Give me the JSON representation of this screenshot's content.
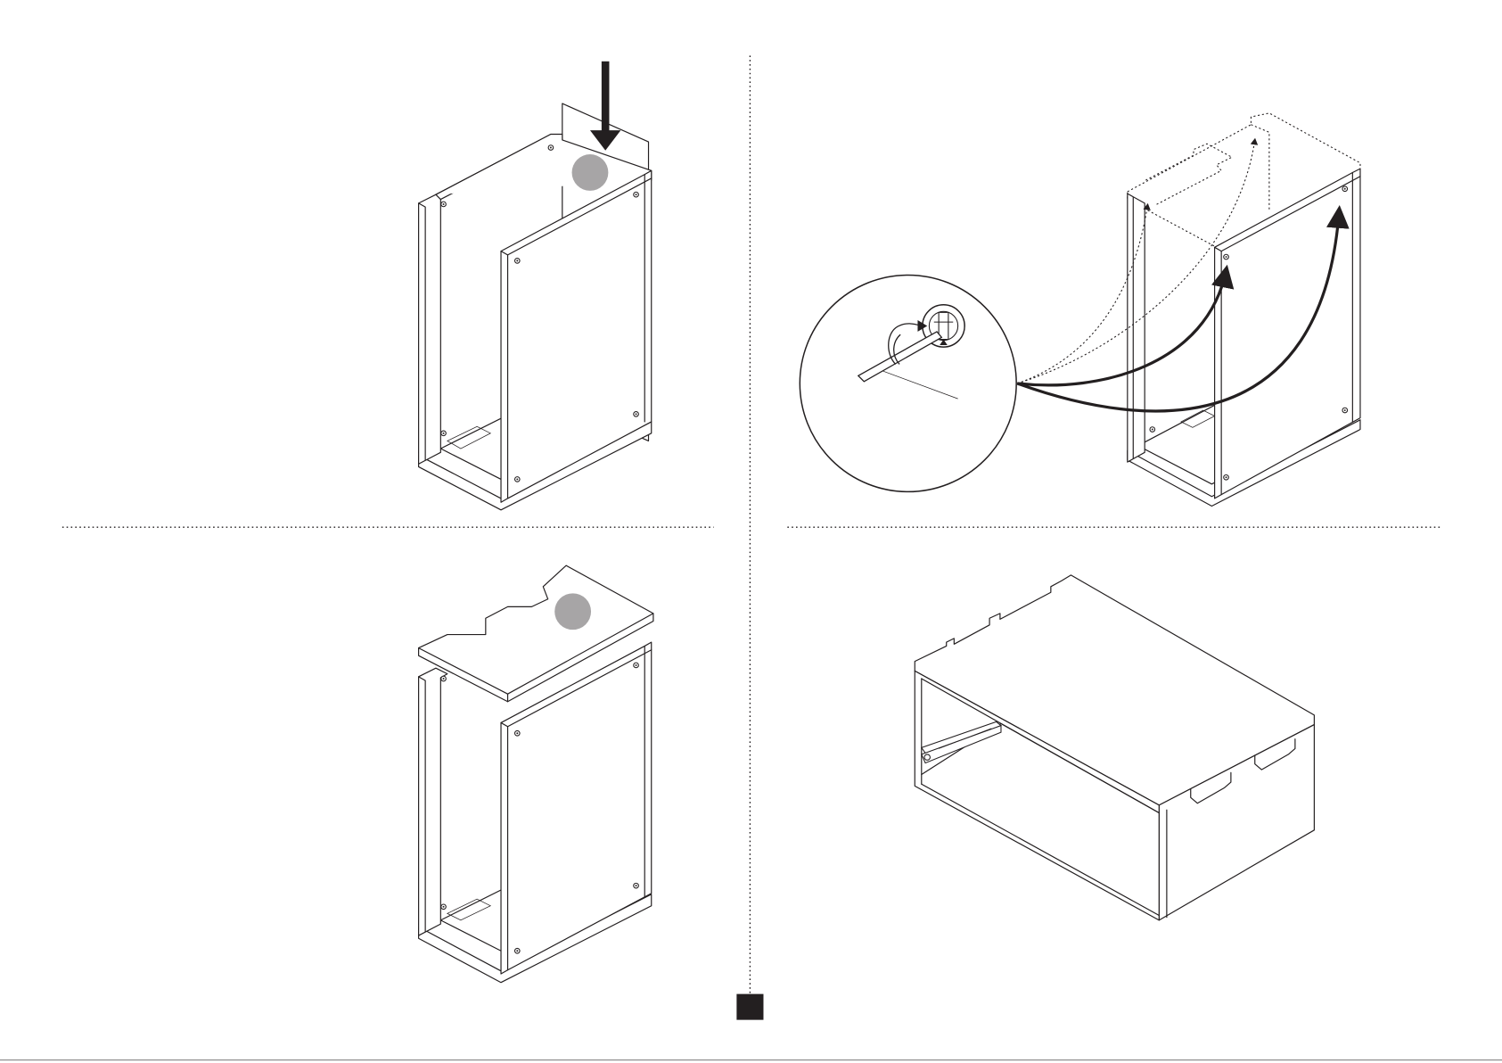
{
  "document": {
    "kind": "assembly-instruction-sheet",
    "panels": [
      {
        "id": "step-insert-back-panel",
        "icons": [
          "down-arrow-icon",
          "part-marker-circle"
        ]
      },
      {
        "id": "step-tighten-cam-locks",
        "icons": [
          "screwdriver-detail-callout",
          "cam-lock-icon",
          "rotate-arrow-icon"
        ]
      },
      {
        "id": "step-attach-top-panel",
        "icons": [
          "part-marker-circle"
        ]
      },
      {
        "id": "step-finished-drawer-box",
        "icons": [
          "drawer-runner-icon",
          "handle-cutout-icon"
        ]
      }
    ],
    "page_tab": {
      "label": ""
    }
  },
  "colors": {
    "line": "#231f20",
    "paper": "#ffffff",
    "part_marker": "#a7a5a6",
    "page_tab": "#231f20"
  }
}
